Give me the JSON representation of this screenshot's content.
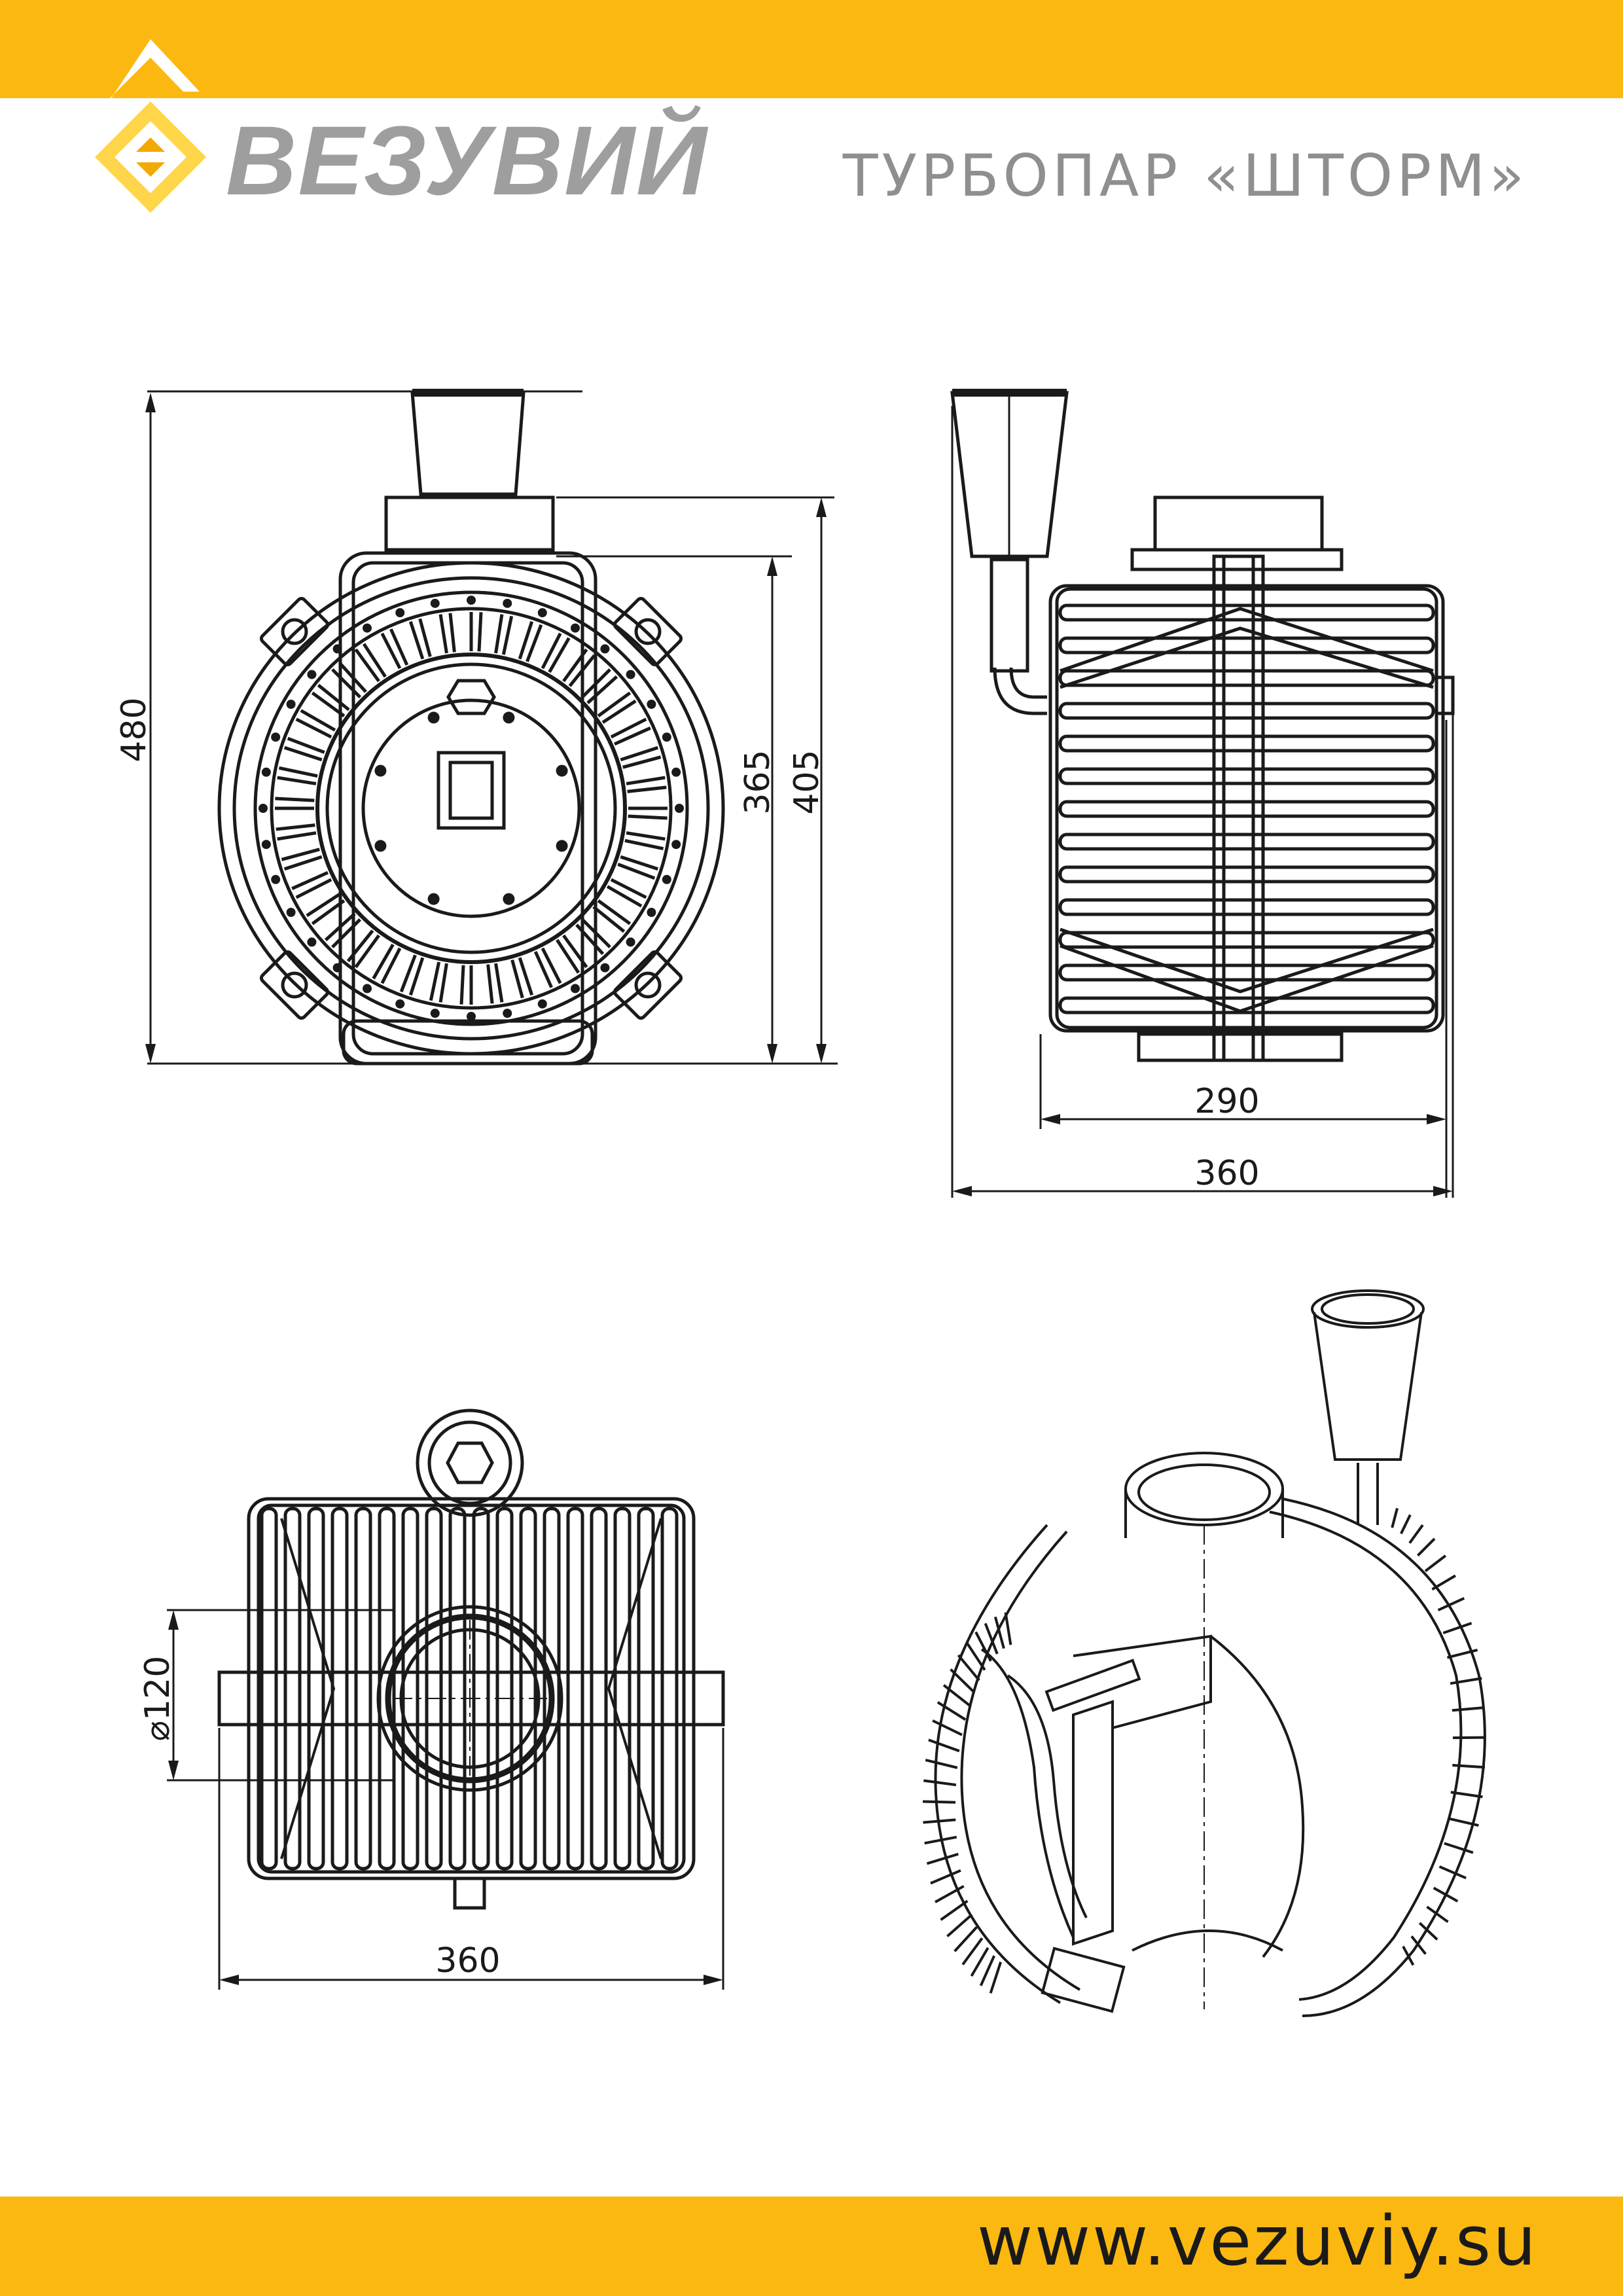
{
  "colors": {
    "band": "#FBB811",
    "logo_light": "#FFD54A",
    "logo_dark": "#F2A900",
    "line": "#1a1a1a"
  },
  "header": {
    "brand": "ВЕЗУВИЙ",
    "product": "ТУРБОПАР «ШТОРМ»"
  },
  "footer": {
    "website": "www.vezuviy.su"
  },
  "dimensions": {
    "front_total_height": "480",
    "front_body_height": "365",
    "front_outer_height": "405",
    "side_body_width": "290",
    "side_total_width": "360",
    "top_pipe_diameter": "⌀120",
    "top_total_width": "360"
  }
}
